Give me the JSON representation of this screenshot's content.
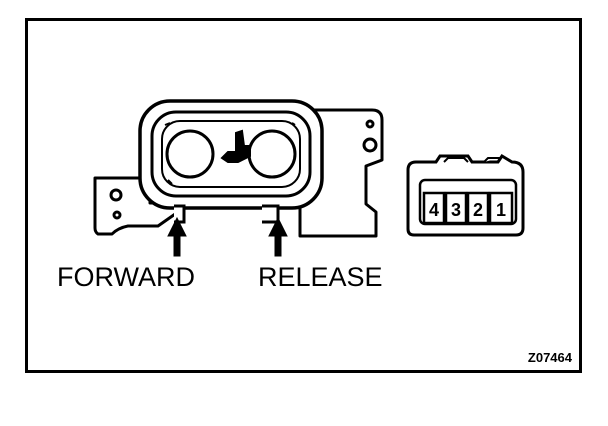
{
  "labels": {
    "forward": "FORWARD",
    "release": "RELEASE"
  },
  "figure_code": "Z07464",
  "connector": {
    "pins": [
      "4",
      "3",
      "2",
      "1"
    ]
  },
  "colors": {
    "ink": "#000000",
    "paper": "#ffffff"
  }
}
